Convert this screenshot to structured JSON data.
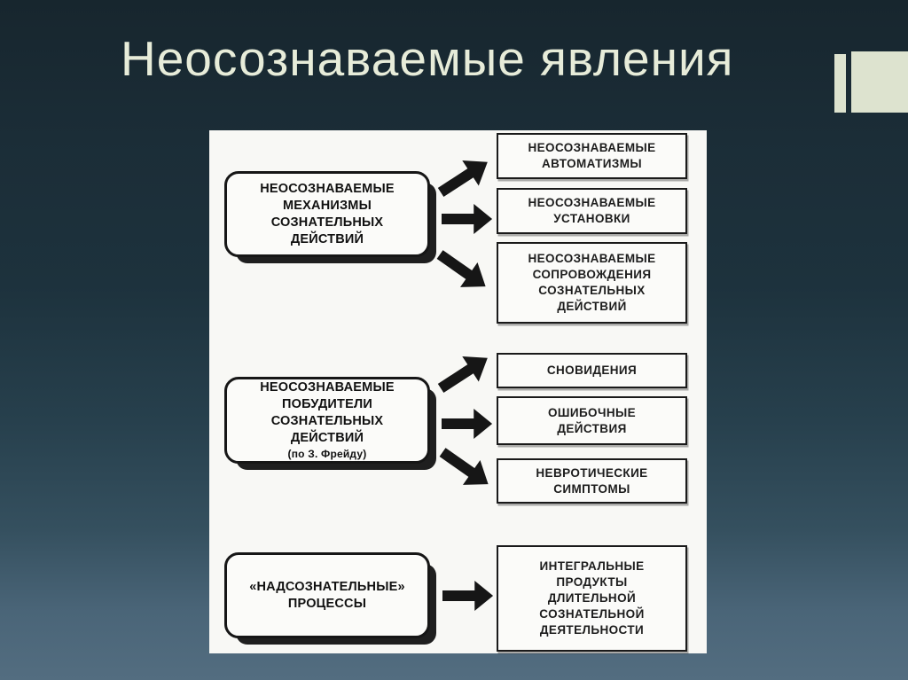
{
  "slide": {
    "title": "Неосознаваемые явления",
    "colors": {
      "background_top": "#17262e",
      "background_bottom": "#536d80",
      "title_text": "#e7ecd9",
      "accent_bar": "#dde3cf",
      "panel_background": "#f8f8f5",
      "ink": "#161616"
    }
  },
  "diagram": {
    "groups": [
      {
        "source": {
          "lines": [
            "НЕОСОЗНАВАЕМЫЕ",
            "МЕХАНИЗМЫ",
            "СОЗНАТЕЛЬНЫХ",
            "ДЕЙСТВИЙ"
          ]
        },
        "targets": [
          {
            "lines": [
              "НЕОСОЗНАВАЕМЫЕ",
              "АВТОМАТИЗМЫ"
            ]
          },
          {
            "lines": [
              "НЕОСОЗНАВАЕМЫЕ",
              "УСТАНОВКИ"
            ]
          },
          {
            "lines": [
              "НЕОСОЗНАВАЕМЫЕ",
              "СОПРОВОЖДЕНИЯ",
              "СОЗНАТЕЛЬНЫХ",
              "ДЕЙСТВИЙ"
            ]
          }
        ]
      },
      {
        "source": {
          "lines": [
            "НЕОСОЗНАВАЕМЫЕ",
            "ПОБУДИТЕЛИ",
            "СОЗНАТЕЛЬНЫХ",
            "ДЕЙСТВИЙ"
          ],
          "note": "(по З. Фрейду)"
        },
        "targets": [
          {
            "lines": [
              "СНОВИДЕНИЯ"
            ]
          },
          {
            "lines": [
              "ОШИБОЧНЫЕ",
              "ДЕЙСТВИЯ"
            ]
          },
          {
            "lines": [
              "НЕВРОТИЧЕСКИЕ",
              "СИМПТОМЫ"
            ]
          }
        ]
      },
      {
        "source": {
          "lines": [
            "«НАДСОЗНАТЕЛЬНЫЕ»",
            "ПРОЦЕССЫ"
          ]
        },
        "targets": [
          {
            "lines": [
              "ИНТЕГРАЛЬНЫЕ",
              "ПРОДУКТЫ",
              "ДЛИТЕЛЬНОЙ",
              "СОЗНАТЕЛЬНОЙ",
              "ДЕЯТЕЛЬНОСТИ"
            ]
          }
        ]
      }
    ]
  }
}
